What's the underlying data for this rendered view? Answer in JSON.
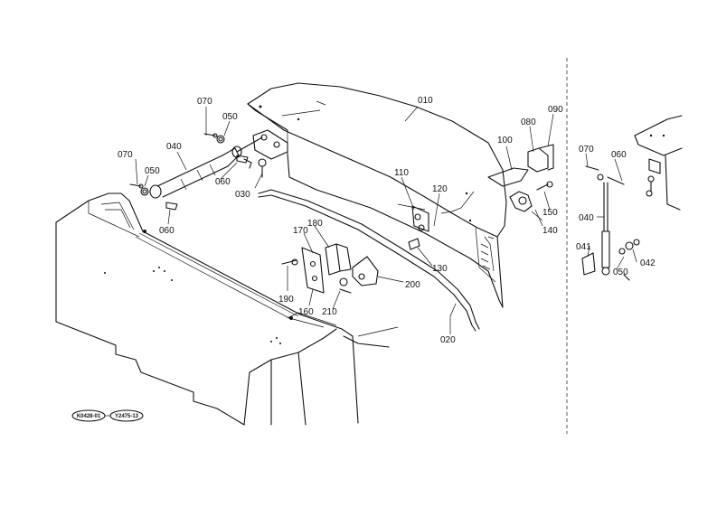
{
  "labels": {
    "p010": "010",
    "p020": "020",
    "p030": "030",
    "p040a": "040",
    "p040b": "040",
    "p041": "041",
    "p042": "042",
    "p050a": "050",
    "p050b": "050",
    "p050c": "050",
    "p060a": "060",
    "p060b": "060",
    "p060c": "060",
    "p070a": "070",
    "p070b": "070",
    "p070c": "070",
    "p080": "080",
    "p090": "090",
    "p100": "100",
    "p110": "110",
    "p120": "120",
    "p130": "130",
    "p140": "140",
    "p150": "150",
    "p160": "160",
    "p170": "170",
    "p180": "180",
    "p190": "190",
    "p200": "200",
    "p210": "210"
  },
  "reference_codes": [
    "K0428-01",
    "Y2475-13"
  ]
}
